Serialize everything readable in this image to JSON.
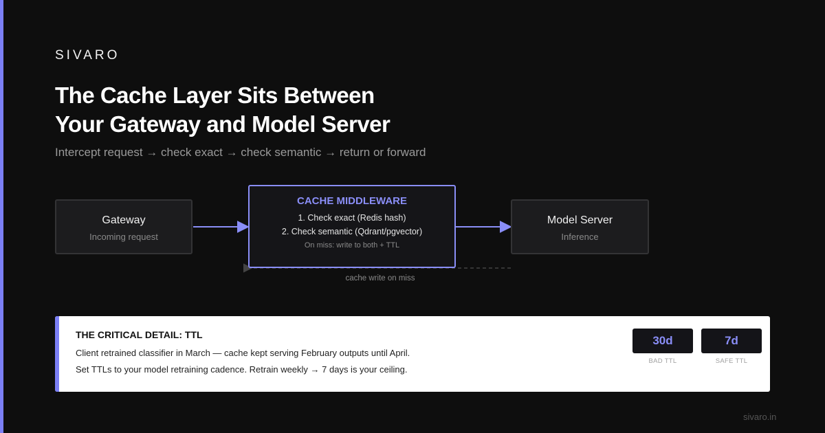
{
  "brand": "SIVARO",
  "title": {
    "line1": "The Cache Layer Sits Between",
    "line2": "Your Gateway and Model Server"
  },
  "subtitle": "Intercept request → check exact → check semantic → return or forward",
  "diagram": {
    "gateway": {
      "title": "Gateway",
      "subtitle": "Incoming request"
    },
    "cache": {
      "title": "CACHE MIDDLEWARE",
      "step1": "1. Check exact (Redis hash)",
      "step2": "2. Check semantic (Qdrant/pgvector)",
      "note": "On miss: write to both + TTL"
    },
    "model": {
      "title": "Model Server",
      "subtitle": "Inference"
    },
    "return_label": "cache write on miss"
  },
  "callout": {
    "heading": "THE CRITICAL DETAIL: TTL",
    "line1": "Client retrained classifier in March — cache kept serving February outputs until April.",
    "line2": "Set TTLs to your model retraining cadence. Retrain weekly → 7 days is your ceiling.",
    "stats": [
      {
        "value": "30d",
        "label": "BAD TTL"
      },
      {
        "value": "7d",
        "label": "SAFE TTL"
      }
    ]
  },
  "footer": "sivaro.in",
  "colors": {
    "background": "#0e0e0e",
    "accent": "#7b7ff5",
    "node_bg": "#1c1c1e",
    "callout_bg": "#ffffff"
  }
}
